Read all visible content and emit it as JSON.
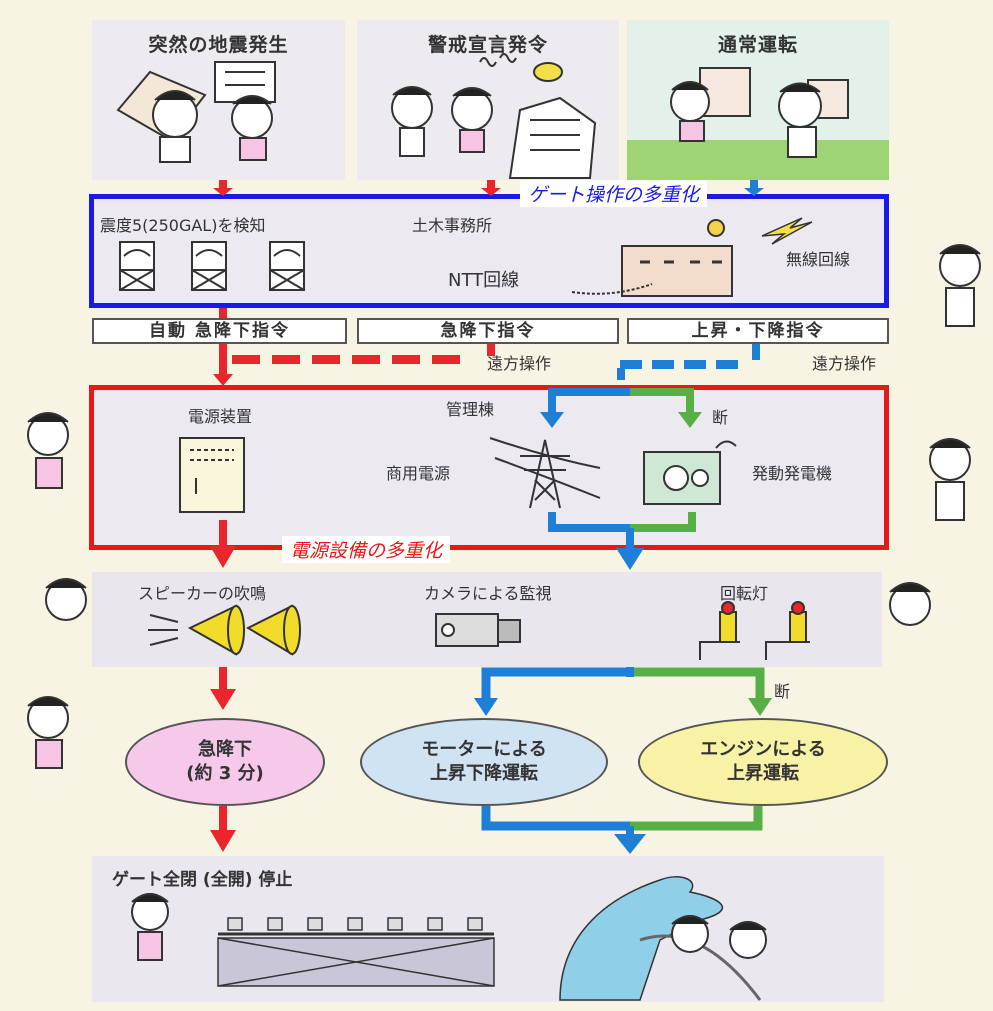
{
  "top_panels": [
    {
      "title": "突然の地震発生"
    },
    {
      "title": "警戒宣言発令"
    },
    {
      "title": "通常運転"
    }
  ],
  "gate_box": {
    "highlight": "ゲート操作の多重化",
    "seismic": "震度5(250GAL)を検知",
    "office": "土木事務所",
    "ntt": "NTT回線",
    "wireless": "無線回線"
  },
  "commands": [
    {
      "label": "自動 急降下指令"
    },
    {
      "label": "急降下指令"
    },
    {
      "label": "上昇・下降指令"
    }
  ],
  "remote_labels": [
    "遠方操作",
    "遠方操作"
  ],
  "power_box": {
    "highlight": "電源設備の多重化",
    "power_unit": "電源装置",
    "management": "管理棟",
    "commercial": "商用電源",
    "cut": "断",
    "generator": "発動発電機"
  },
  "alarm_row": {
    "speaker": "スピーカーの吹鳴",
    "camera": "カメラによる監視",
    "lamp": "回転灯",
    "cut": "断"
  },
  "ellipses": [
    {
      "line1": "急降下",
      "line2": "(約 3 分)",
      "color": "#f6c8ea"
    },
    {
      "line1": "モーターによる",
      "line2": "上昇下降運転",
      "color": "#cfe3f2"
    },
    {
      "line1": "エンジンによる",
      "line2": "上昇運転",
      "color": "#f8f2a6"
    }
  ],
  "bottom": {
    "title": "ゲート全閉 (全開) 停止"
  },
  "colors": {
    "red": "#e8262b",
    "blue": "#1e7fd6",
    "green": "#56b046",
    "frame_blue": "#1a1ae6",
    "frame_red": "#e81818"
  }
}
